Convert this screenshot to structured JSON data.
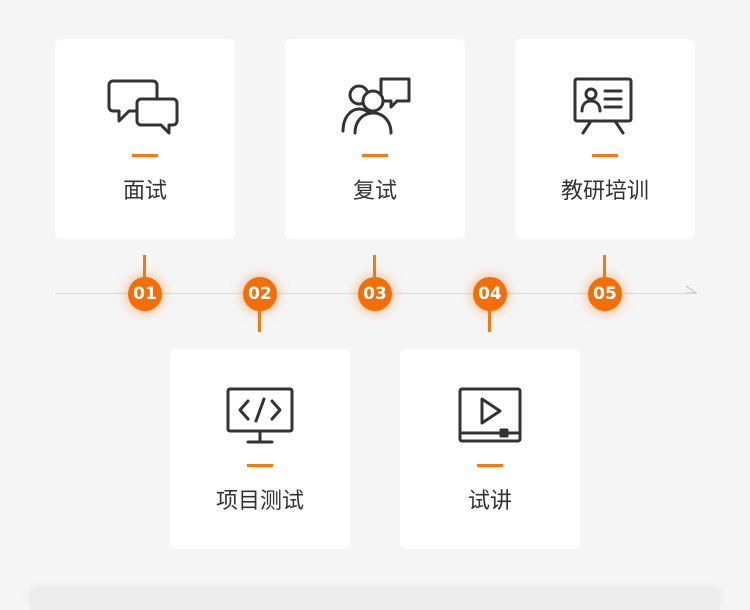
{
  "steps": [
    {
      "number": "01",
      "label": "面试",
      "icon": "chat-bubbles-icon"
    },
    {
      "number": "02",
      "label": "项目测试",
      "icon": "code-monitor-icon"
    },
    {
      "number": "03",
      "label": "复试",
      "icon": "people-chat-icon"
    },
    {
      "number": "04",
      "label": "试讲",
      "icon": "video-play-icon"
    },
    {
      "number": "05",
      "label": "教研培训",
      "icon": "presentation-board-icon"
    }
  ],
  "colors": {
    "accent": "#f56d05",
    "line": "#dcdcdc",
    "card": "#ffffff",
    "background": "#f5f5f5",
    "icon_stroke": "#333333"
  }
}
